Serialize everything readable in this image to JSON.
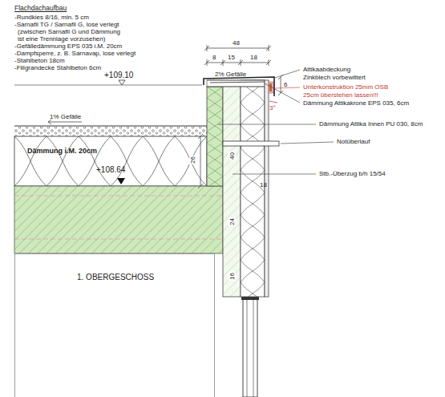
{
  "diagram": {
    "nodes": [
      {
        "text": [
          "1. OBERGESCHOSS"
        ]
      }
    ],
    "labels": [
      "Flachdachaufbau",
      "-Rundkies 8/16, min. 5 cm",
      "-Sarnafil TG / Sarnafil G, lose verlegt",
      "(zwischen Sarnafil G und Dämmung",
      "ist eine Trennlage vorzusehen)",
      "-Gefälledämmung EPS 035 i.M. 20cm",
      "-Dampfsperre, z. B. Sarnavap, lose verlegt",
      "-Stahlbeton 18cm",
      "-Filigrandecke Stahlbeton 6cm",
      "+109.10",
      "48",
      "8",
      "15",
      "18",
      "2%  Gefälle",
      "Attikaabdeckung",
      "Zinkblech vorbewittert",
      "Unterkonstruktion 25mm OSB",
      "25cm überstehen lassen!!!",
      "Dämmung Attikakrone EPS 035, 6cm",
      "6",
      "3°",
      "Dämmung Attika Innen PU 030, 8cm",
      "Notüberlauf",
      "Stb.-Überzug b/h 15/54",
      "1% Gefälle",
      "Dämmung i.M. 20cm",
      "+108.64",
      "26",
      "40",
      "18",
      "24",
      "16"
    ]
  }
}
